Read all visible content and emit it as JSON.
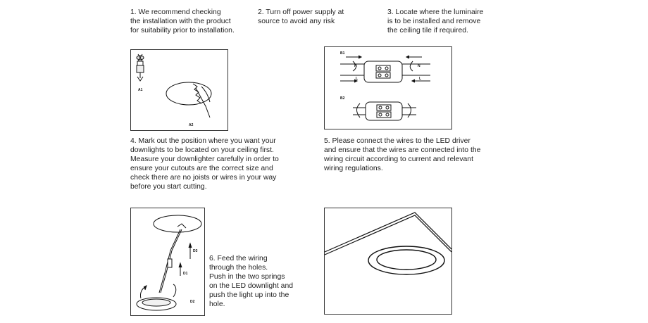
{
  "steps": {
    "s1": "1.  We recommend checking\nthe installation with the product\nfor suitability prior to installation.",
    "s2": "2.  Turn off power supply at\nsource to avoid any risk",
    "s3": "3.  Locate where the luminaire\nis to be installed and remove\nthe ceiling tile if required.",
    "s4": "4.  Mark out the position where you want your\ndownlights to be located on your ceiling first.\nMeasure your downlighter carefully in order to\nensure your cutouts are the correct size and\ncheck there are no joists or wires in your way\nbefore you start cutting.",
    "s5": "5.  Please connect the wires to the LED driver\nand ensure that the wires are connected into the\nwiring circuit according to current and relevant\nwiring regulations.",
    "s6": "6.  Feed the wiring\nthrough the holes.\nPush in the two springs\non the LED downlight and\npush the light up into the\nhole."
  },
  "figures": {
    "fig_a": {
      "a1": "A1",
      "a2": "A2"
    },
    "fig_b": {
      "b1": "B1",
      "b2": "B2",
      "n": "N",
      "l": "L"
    },
    "fig_d": {
      "d1": "D1",
      "d2": "D2",
      "d3": "D3"
    }
  }
}
